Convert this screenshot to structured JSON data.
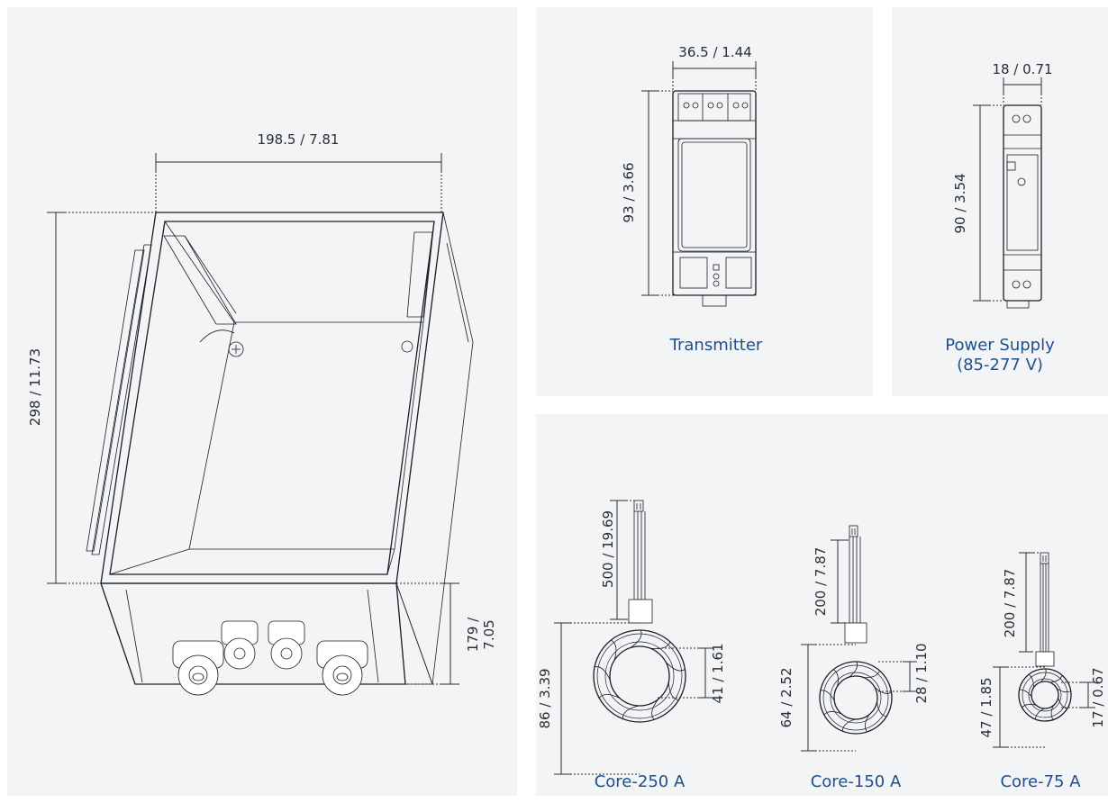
{
  "enclosure": {
    "width_dim": "198.5 / 7.81",
    "height_dim": "298 / 11.73",
    "depth_dim_line1": "179 /",
    "depth_dim_line2": "7.05"
  },
  "transmitter": {
    "caption": "Transmitter",
    "width_dim": "36.5 / 1.44",
    "height_dim": "93 / 3.66"
  },
  "power_supply": {
    "caption_line1": "Power Supply",
    "caption_line2": "(85-277 V)",
    "width_dim": "18 / 0.71",
    "height_dim": "90 / 3.54"
  },
  "cores": [
    {
      "caption": "Core-250 A",
      "lead_dim": "500 / 19.69",
      "outer_dim": "86 / 3.39",
      "inner_dim": "41 / 1.61"
    },
    {
      "caption": "Core-150 A",
      "lead_dim": "200 / 7.87",
      "outer_dim": "64 / 2.52",
      "inner_dim": "28 / 1.10"
    },
    {
      "caption": "Core-75 A",
      "lead_dim": "200 / 7.87",
      "outer_dim": "47 / 1.85",
      "inner_dim": "17 / 0.67"
    }
  ],
  "colors": {
    "panel": "#f2f4f6",
    "line": "#1b1e22",
    "caption": "#1f4f8c"
  }
}
